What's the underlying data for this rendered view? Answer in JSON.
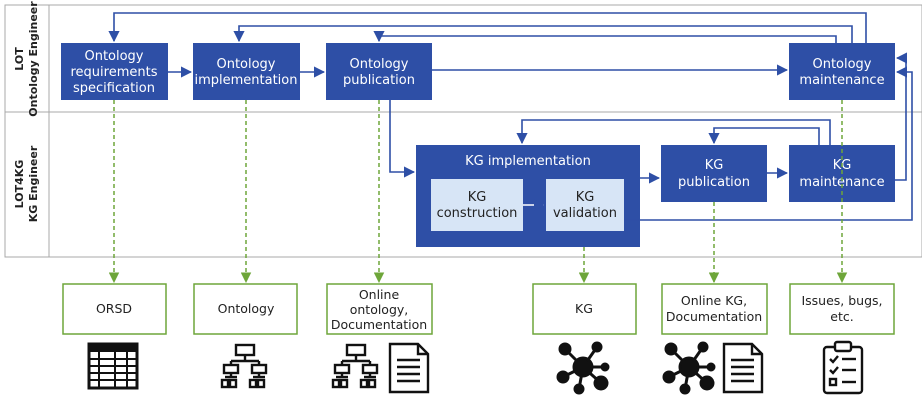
{
  "lanes": {
    "top": {
      "line1": "LOT",
      "line2": "Ontology Engineer"
    },
    "bottom": {
      "line1": "LOT4KG",
      "line2": "KG Engineer"
    }
  },
  "nodes": {
    "ors": [
      "Ontology",
      "requirements",
      "specification"
    ],
    "oimpl": [
      "Ontology",
      "implementation"
    ],
    "opub": [
      "Ontology",
      "publication"
    ],
    "omaint": [
      "Ontology",
      "maintenance"
    ],
    "kgimpl": [
      "KG implementation"
    ],
    "kgcons": [
      "KG",
      "construction"
    ],
    "kgval": [
      "KG",
      "validation"
    ],
    "kgpub": [
      "KG",
      "publication"
    ],
    "kgmaint": [
      "KG",
      "maintenance"
    ]
  },
  "outputs": {
    "orsd": [
      "ORSD"
    ],
    "ontology": [
      "Ontology"
    ],
    "online_ontology": [
      "Online",
      "ontology,",
      "Documentation"
    ],
    "kg": [
      "KG"
    ],
    "online_kg": [
      "Online KG,",
      "Documentation"
    ],
    "issues": [
      "Issues, bugs,",
      "etc."
    ]
  },
  "icons": [
    "table-icon",
    "hierarchy-icon",
    "hierarchy-icon",
    "document-icon",
    "graph-network-icon",
    "graph-network-icon",
    "document-icon",
    "clipboard-checklist-icon"
  ],
  "colors": {
    "process": "#2e4fa6",
    "process_light": "#d7e5f6",
    "arrow": "#2e4fa6",
    "dashed": "#6ea63a",
    "output_border": "#6ea63a",
    "lane_border": "#a9a9a9"
  }
}
